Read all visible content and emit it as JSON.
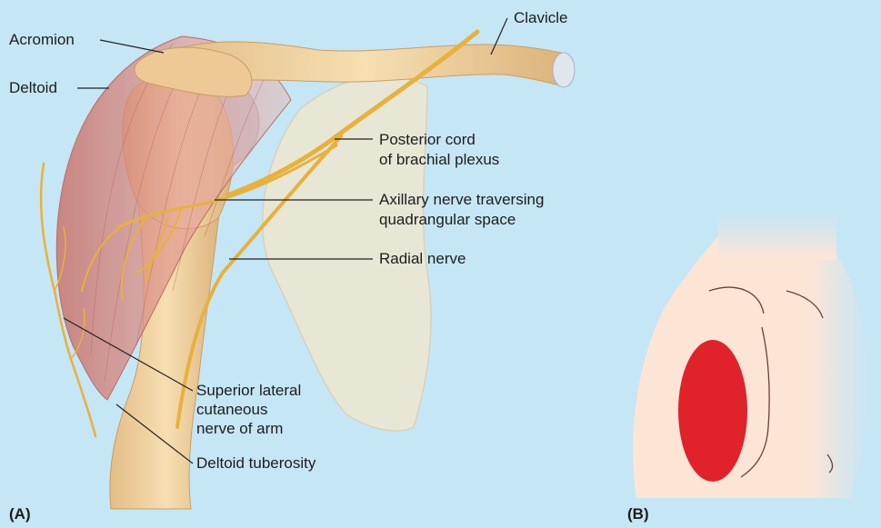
{
  "panel_a": {
    "tag": "(A)",
    "labels": {
      "clavicle": "Clavicle",
      "acromion": "Acromion",
      "deltoid": "Deltoid",
      "posterior_cord_line1": "Posterior cord",
      "posterior_cord_line2": "of brachial plexus",
      "axillary_line1": "Axillary nerve traversing",
      "axillary_line2": "quadrangular space",
      "radial": "Radial nerve",
      "slcn_line1": "Superior lateral",
      "slcn_line2": "cutaneous",
      "slcn_line3": "nerve of arm",
      "tuberosity": "Deltoid tuberosity"
    }
  },
  "panel_b": {
    "tag": "(B)"
  },
  "colors": {
    "background": "#c5e6f5",
    "muscle": "#d98f86",
    "bone": "#f0d3a0",
    "nerve": "#e8b13c",
    "scapula": "#ece6d3",
    "skin": "#fde5d6",
    "sensory_area": "#e0222a"
  }
}
